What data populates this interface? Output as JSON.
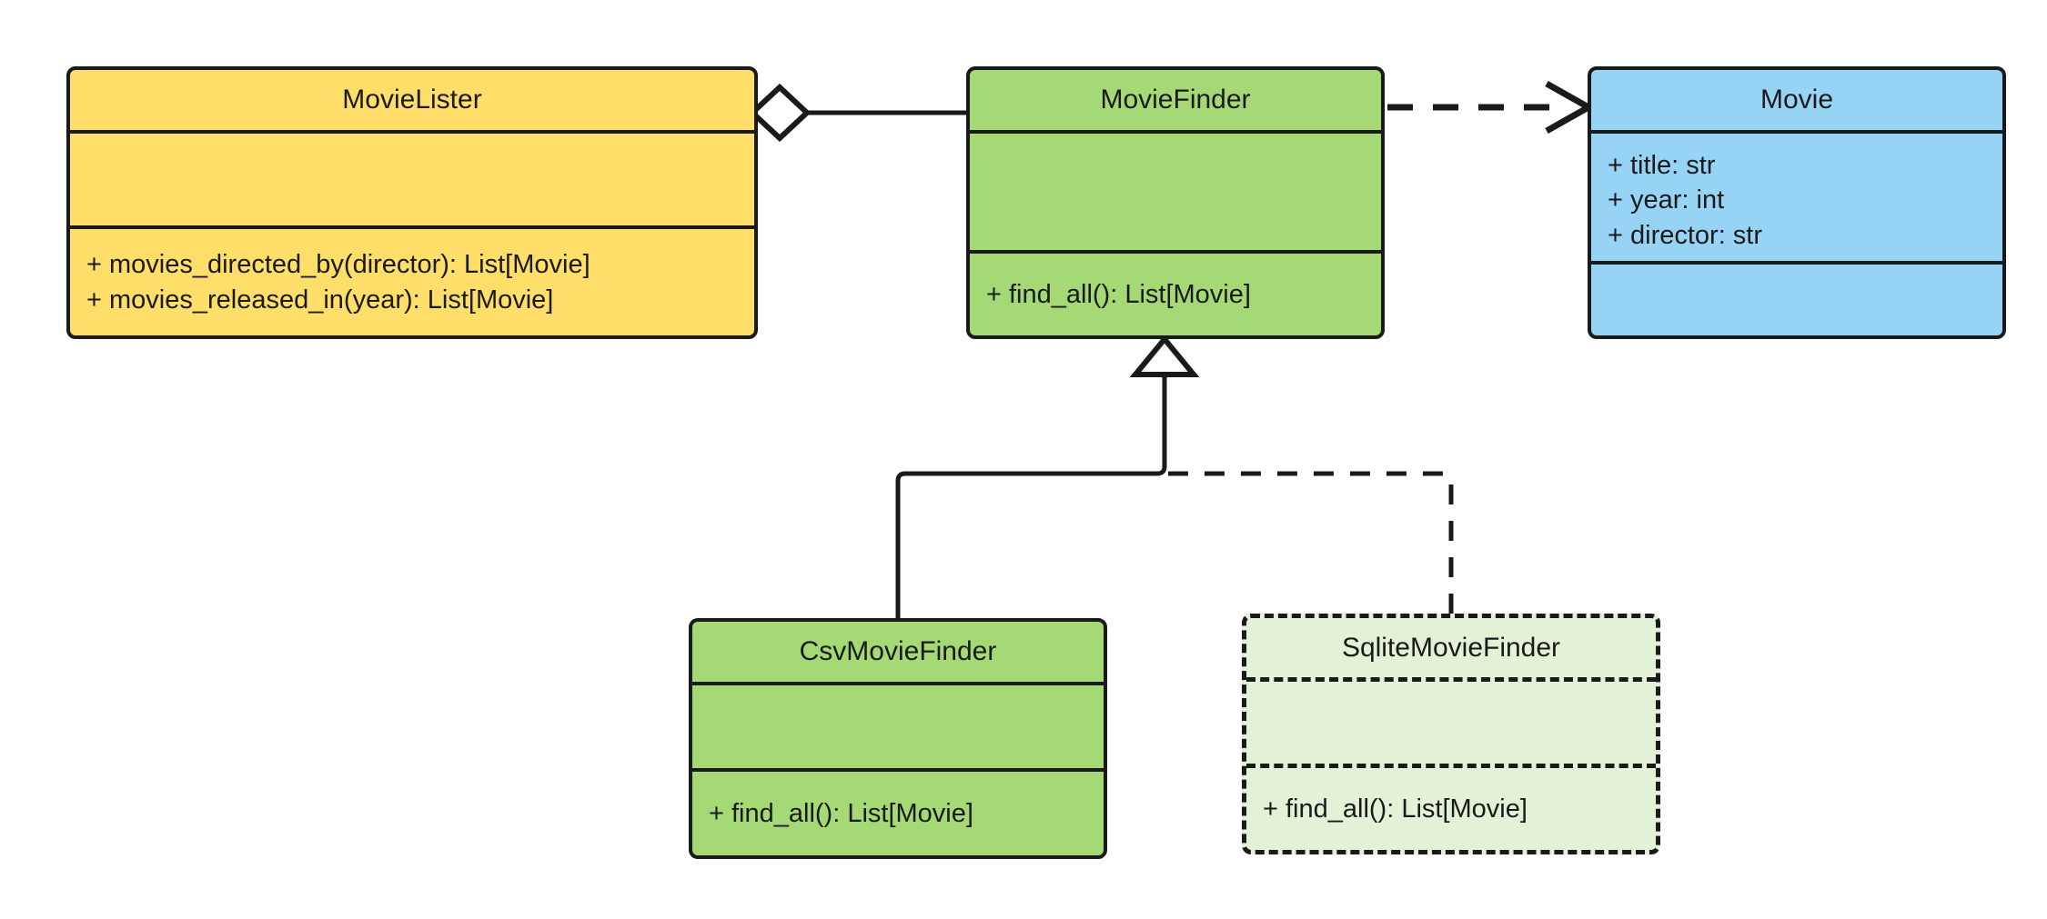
{
  "diagram": {
    "kind": "uml-class-diagram",
    "background": "#ffffff",
    "stroke": "#1a1a1a"
  },
  "classes": {
    "movielister": {
      "name": "MovieLister",
      "fill": "#ffde69",
      "attributes": [],
      "operations": [
        "+ movies_directed_by(director): List[Movie]",
        "+ movies_released_in(year): List[Movie]"
      ]
    },
    "moviefinder": {
      "name": "MovieFinder",
      "fill": "#a5d976",
      "attributes": [],
      "operations": [
        "+ find_all(): List[Movie]"
      ]
    },
    "movie": {
      "name": "Movie",
      "fill": "#97d3f5",
      "attributes": [
        "+ title: str",
        "+ year: int",
        "+ director: str"
      ],
      "operations": []
    },
    "csvmoviefinder": {
      "name": "CsvMovieFinder",
      "fill": "#a5d976",
      "attributes": [],
      "operations": [
        "+ find_all(): List[Movie]"
      ]
    },
    "sqlitemoviefinder": {
      "name": "SqliteMovieFinder",
      "fill": "#e3f2d6",
      "style": "dashed",
      "attributes": [],
      "operations": [
        "+ find_all(): List[Movie]"
      ]
    }
  },
  "relationships": [
    {
      "id": "aggregation-movielister-moviefinder",
      "type": "aggregation",
      "from": "MovieLister",
      "to": "MovieFinder",
      "line": "solid",
      "end_marker": "hollow-diamond"
    },
    {
      "id": "dependency-moviefinder-movie",
      "type": "dependency",
      "from": "MovieFinder",
      "to": "Movie",
      "line": "dashed",
      "end_marker": "open-arrow"
    },
    {
      "id": "inheritance-csvmoviefinder-moviefinder",
      "type": "generalization",
      "from": "CsvMovieFinder",
      "to": "MovieFinder",
      "line": "solid",
      "end_marker": "hollow-triangle"
    },
    {
      "id": "inheritance-sqlitemoviefinder-moviefinder",
      "type": "generalization",
      "from": "SqliteMovieFinder",
      "to": "MovieFinder",
      "line": "dashed",
      "end_marker": "hollow-triangle"
    }
  ]
}
